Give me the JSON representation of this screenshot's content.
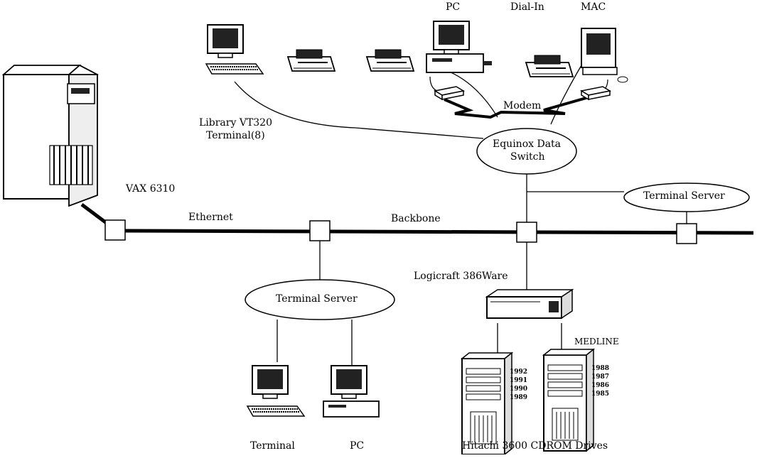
{
  "labels": {
    "vax": "VAX 6310",
    "ethernet": "Ethernet",
    "backbone": "Backbone",
    "library_line1": "Library VT320",
    "library_line2": "Terminal(8)",
    "pc_top": "PC",
    "dialin": "Dial-In",
    "mac": "MAC",
    "modem": "Modem",
    "equinox_line1": "Equinox Data",
    "equinox_line2": "Switch",
    "terminal_server_right": "Terminal Server",
    "terminal_server_left": "Terminal Server",
    "logicraft": "Logicraft 386Ware",
    "medline": "MEDLINE",
    "terminal_bottom": "Terminal",
    "pc_bottom": "PC",
    "hitachi": "Hitachi 3600 CDROM Drives"
  },
  "cdrom_left_years": [
    "1992",
    "1991",
    "1990",
    "1989"
  ],
  "cdrom_right_years": [
    "1988",
    "1987",
    "1986",
    "1985"
  ]
}
